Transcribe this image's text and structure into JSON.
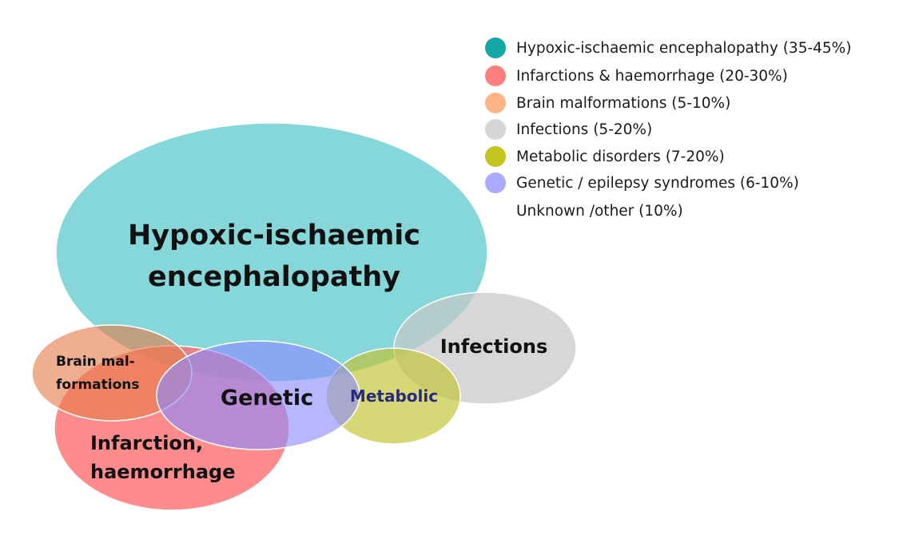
{
  "diagram": {
    "labels": {
      "hie_line1": "Hypoxic-ischaemic",
      "hie_line2": "encephalopathy",
      "infections": "Infections",
      "brain_line1": "Brain mal-",
      "brain_line2": "formations",
      "genetic": "Genetic",
      "metabolic": "Metabolic",
      "infarction_line1": "Infarction,",
      "infarction_line2": "haemorrhage"
    },
    "colors": {
      "hie": "#3cbfc3",
      "infarction": "#ff6b6b",
      "brain_malformations": "#f5a575",
      "infections": "#c8c8c8",
      "metabolic": "#c3c435",
      "genetic": "#8b8bff"
    }
  },
  "legend": {
    "items": [
      {
        "label": "Hypoxic-ischaemic encephalopathy (35-45%)",
        "color": "#13a8a5"
      },
      {
        "label": "Infarctions & haemorrhage (20-30%)",
        "color": "#ff7f7f"
      },
      {
        "label": "Brain malformations (5-10%)",
        "color": "#ffb486"
      },
      {
        "label": "Infections (5-20%)",
        "color": "#d6d6d6"
      },
      {
        "label": "Metabolic disorders (7-20%)",
        "color": "#c3c420"
      },
      {
        "label": "Genetic / epilepsy syndromes (6-10%)",
        "color": "#a9a9ff"
      },
      {
        "label": "Unknown /other (10%)",
        "color": ""
      }
    ]
  }
}
